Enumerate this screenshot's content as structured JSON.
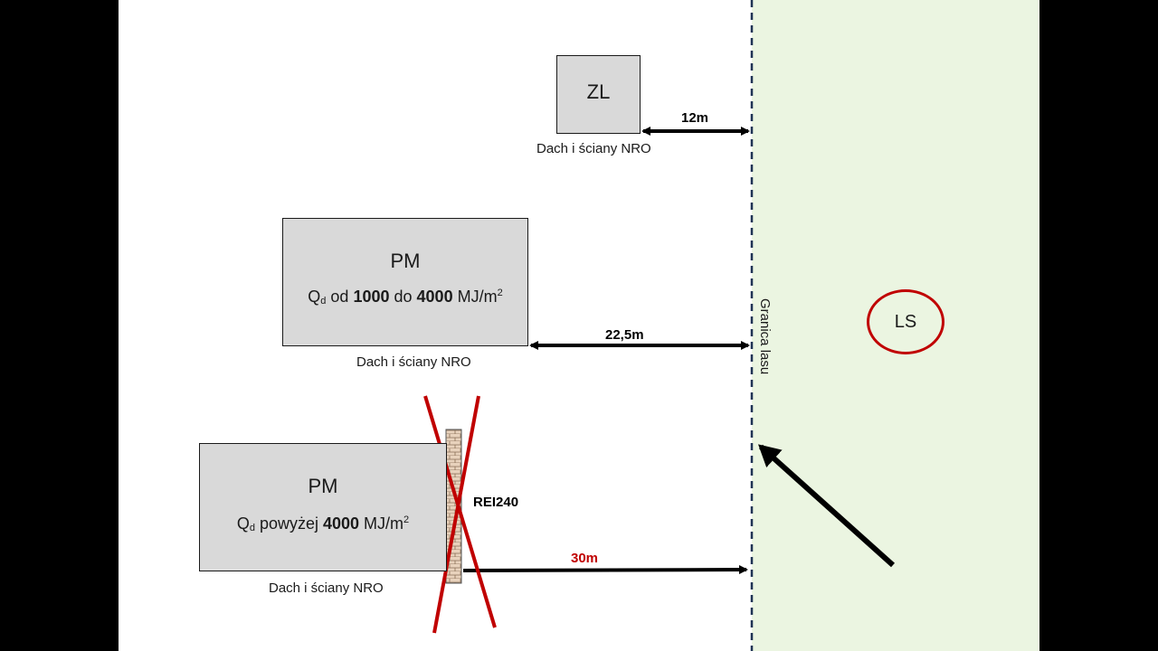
{
  "forest_boundary": {
    "label": "Granica lasu"
  },
  "forest_marker": {
    "label": "LS"
  },
  "buildings": [
    {
      "name": "ZL",
      "caption": "Dach i ściany NRO",
      "distance": "12m"
    },
    {
      "name": "PM",
      "q_prefix": "Q",
      "q_sub": "d",
      "q_text1": " od ",
      "q_val1": "1000",
      "q_text2": " do ",
      "q_val2": "4000",
      "q_unit": " MJ/m",
      "q_sup": "2",
      "caption": "Dach i ściany NRO",
      "distance": "22,5m"
    },
    {
      "name": "PM",
      "q_prefix": "Q",
      "q_sub": "d",
      "q_text1": " powyżej ",
      "q_val1": "4000",
      "q_unit": " MJ/m",
      "q_sup": "2",
      "caption": "Dach i ściany NRO",
      "distance": "30m",
      "wall_label": "REI240"
    }
  ],
  "colors": {
    "forest": "#ebf5e1",
    "building": "#d9d9d9",
    "cross": "#c00000",
    "boundary": "#1f3354"
  }
}
